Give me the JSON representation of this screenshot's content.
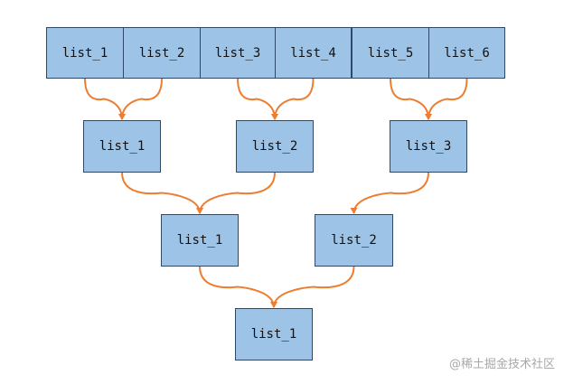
{
  "diagram": {
    "level_0": [
      "list_1",
      "list_2",
      "list_3",
      "list_4",
      "list_5",
      "list_6"
    ],
    "level_1": [
      "list_1",
      "list_2",
      "list_3"
    ],
    "level_2": [
      "list_1",
      "list_2"
    ],
    "level_3": [
      "list_1"
    ],
    "edges": [
      {
        "from": "level_0.0",
        "to": "level_1.0"
      },
      {
        "from": "level_0.1",
        "to": "level_1.0"
      },
      {
        "from": "level_0.2",
        "to": "level_1.1"
      },
      {
        "from": "level_0.3",
        "to": "level_1.1"
      },
      {
        "from": "level_0.4",
        "to": "level_1.2"
      },
      {
        "from": "level_0.5",
        "to": "level_1.2"
      },
      {
        "from": "level_1.0",
        "to": "level_2.0"
      },
      {
        "from": "level_1.1",
        "to": "level_2.0"
      },
      {
        "from": "level_1.2",
        "to": "level_2.1"
      },
      {
        "from": "level_2.0",
        "to": "level_3.0"
      },
      {
        "from": "level_2.1",
        "to": "level_3.0"
      }
    ],
    "colors": {
      "box_fill": "#9dc3e6",
      "box_border": "#2e4a6b",
      "arrow": "#ed7d31"
    }
  },
  "watermark": "@稀土掘金技术社区"
}
